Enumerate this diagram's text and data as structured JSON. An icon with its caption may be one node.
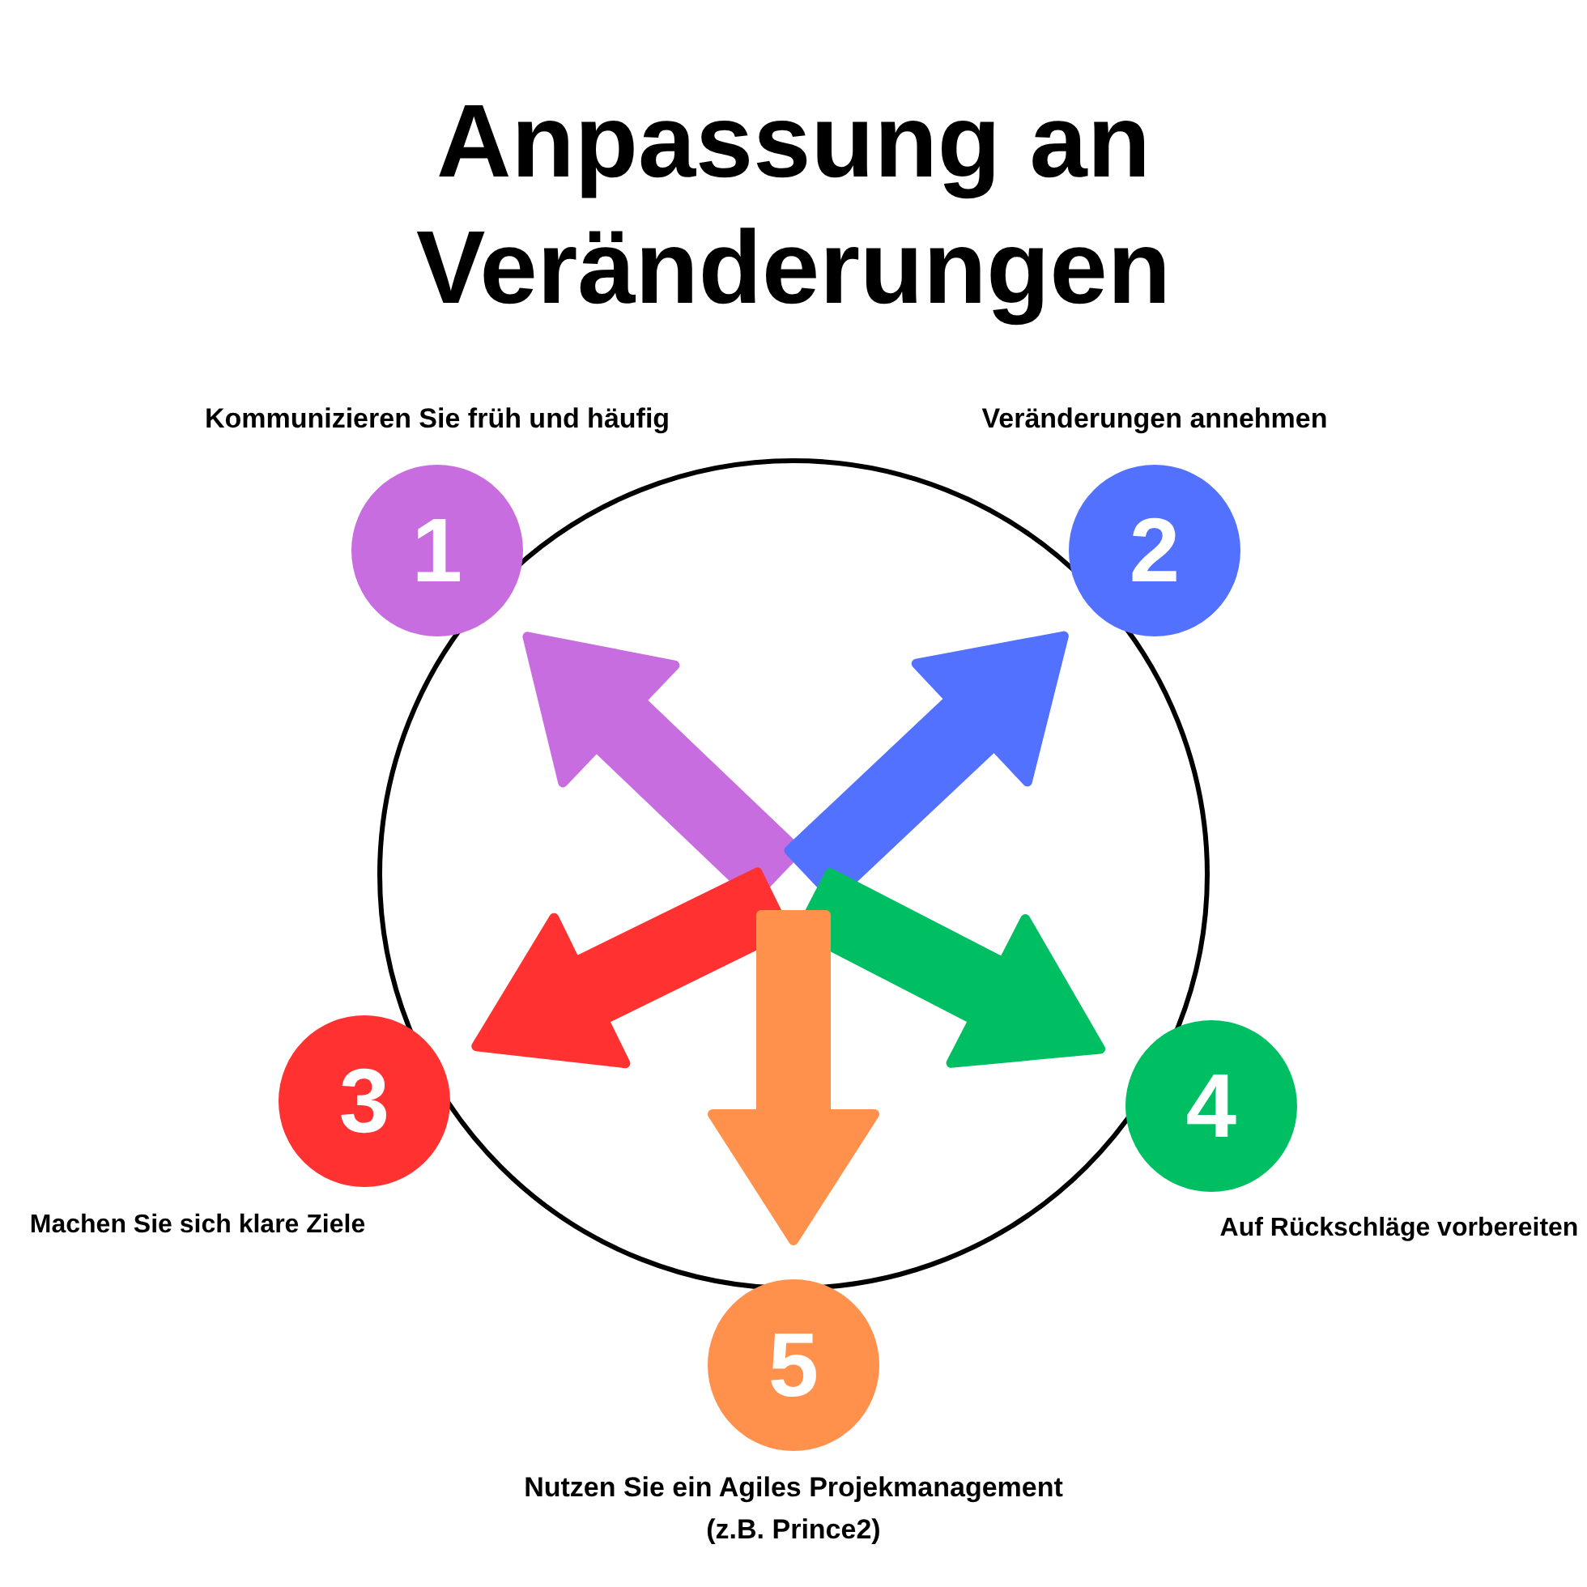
{
  "diagram": {
    "title": "Anpassung an Veränderungen",
    "nodes": [
      {
        "text": [],
        "shape": "circle"
      },
      {
        "text": [
          "1"
        ],
        "beside": [
          "Kommunizieren Sie früh und häufig"
        ]
      },
      {
        "text": [
          "2"
        ],
        "beside": [
          "Veränderungen annehmen"
        ]
      },
      {
        "text": [
          "3"
        ],
        "beside": [
          "Machen Sie sich klare Ziele"
        ]
      },
      {
        "text": [
          "4"
        ],
        "beside": [
          "Auf Rückschläge vorbereiten"
        ]
      },
      {
        "text": [
          "5"
        ],
        "beside": [
          "Nutzen Sie ein Agiles Projekmanagement (z.B. Prince2)"
        ]
      }
    ],
    "edges": [
      {
        "from": null,
        "to": 1,
        "arrow": "to",
        "color": "#c86de0"
      },
      {
        "from": null,
        "to": 2,
        "arrow": "to",
        "color": "#5271ff"
      },
      {
        "from": null,
        "to": 3,
        "arrow": "to",
        "color": "#ff3131"
      },
      {
        "from": null,
        "to": 4,
        "arrow": "to",
        "color": "#00bf63"
      },
      {
        "from": null,
        "to": 5,
        "arrow": "to",
        "color": "#ff914d"
      }
    ]
  }
}
